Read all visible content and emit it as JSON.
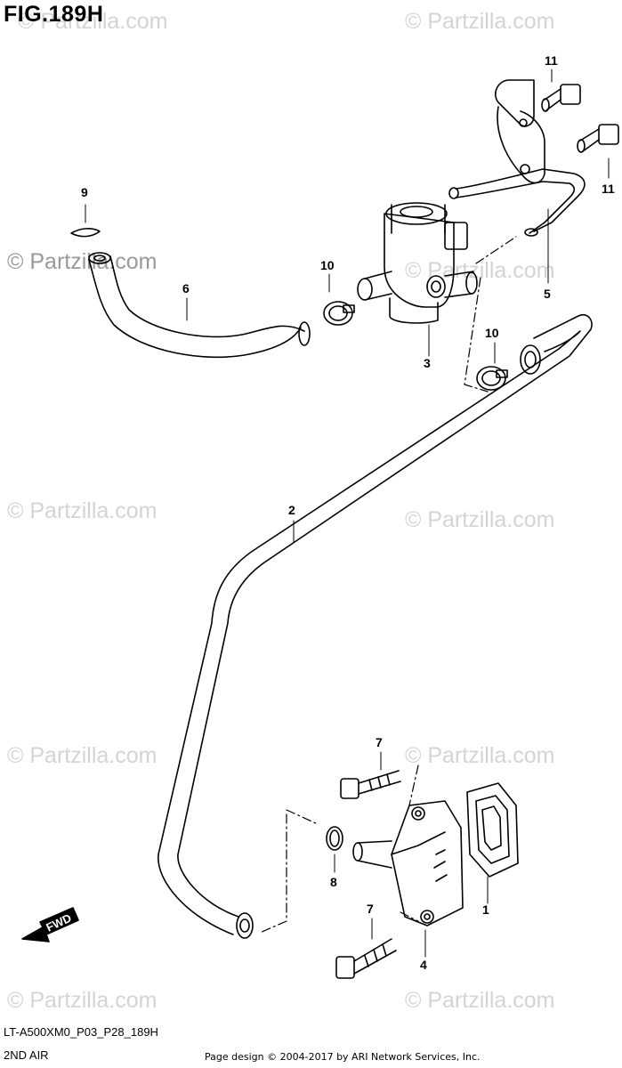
{
  "title": "FIG.189H",
  "footer": {
    "code": "LT-A500XM0_P03_P28_189H",
    "subtitle": "2ND AIR",
    "credit": "Page design © 2004-2017 by ARI Network Services, Inc."
  },
  "watermark": {
    "text": "© Partzilla.com",
    "color": "#d4d4d4"
  },
  "direction_arrow": {
    "label": "FWD"
  },
  "callouts": [
    {
      "id": "11a",
      "label": "11"
    },
    {
      "id": "11b",
      "label": "11"
    },
    {
      "id": "9",
      "label": "9"
    },
    {
      "id": "10a",
      "label": "10"
    },
    {
      "id": "6",
      "label": "6"
    },
    {
      "id": "5",
      "label": "5"
    },
    {
      "id": "10b",
      "label": "10"
    },
    {
      "id": "3",
      "label": "3"
    },
    {
      "id": "2",
      "label": "2"
    },
    {
      "id": "7a",
      "label": "7"
    },
    {
      "id": "8",
      "label": "8"
    },
    {
      "id": "1",
      "label": "1"
    },
    {
      "id": "7b",
      "label": "7"
    },
    {
      "id": "4",
      "label": "4"
    }
  ]
}
